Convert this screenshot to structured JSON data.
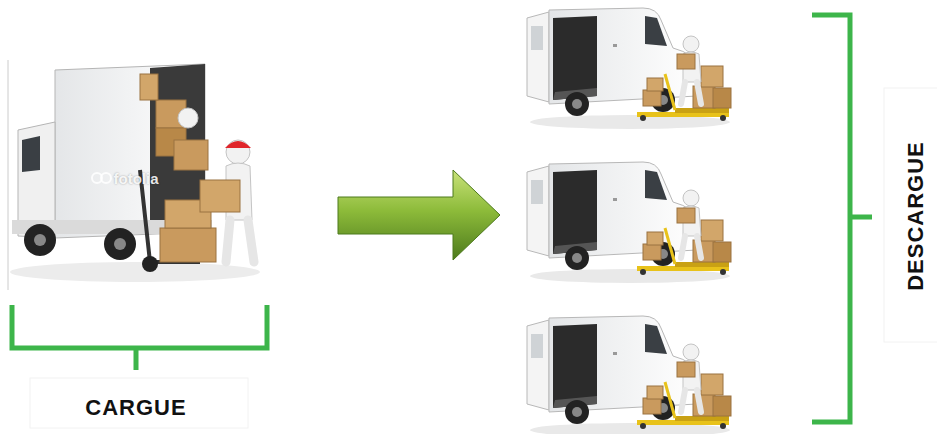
{
  "diagram": {
    "labels": [
      "CARGUE",
      "DESCARGUE",
      "fotolia"
    ]
  }
}
